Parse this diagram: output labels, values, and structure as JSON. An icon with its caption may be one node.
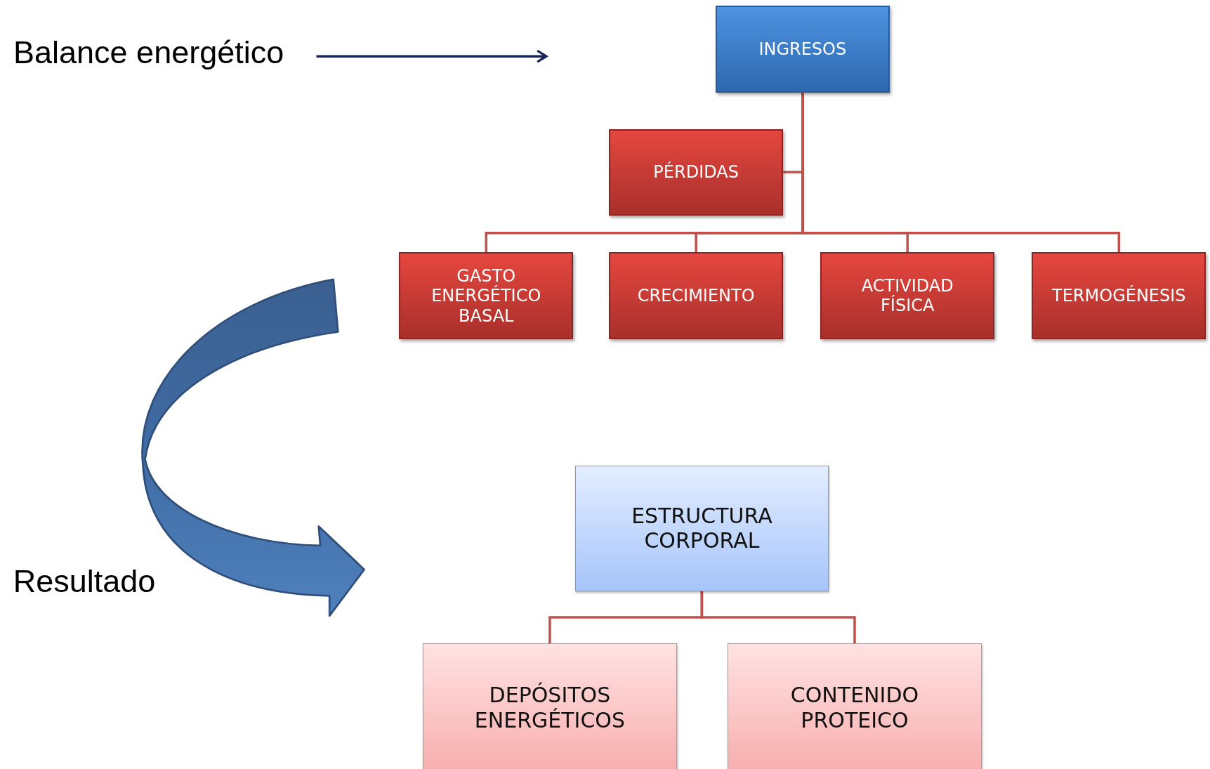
{
  "diagram": {
    "nodes": [
      {
        "text": [
          "Balance energético"
        ]
      },
      {
        "text": [
          "INGRESOS"
        ]
      },
      {
        "text": [
          "PÉRDIDAS"
        ]
      },
      {
        "text": [
          "GASTO ENERGÉTICO BASAL"
        ]
      },
      {
        "text": [
          "CRECIMIENTO"
        ]
      },
      {
        "text": [
          "ACTIVIDAD FÍSICA"
        ]
      },
      {
        "text": [
          "TERMOGÉNESIS"
        ]
      },
      {
        "text": [
          "ESTRUCTURA CORPORAL"
        ]
      },
      {
        "text": [
          "DEPÓSITOS ENERGÉTICOS"
        ]
      },
      {
        "text": [
          "CONTENIDO PROTEICO"
        ]
      }
    ],
    "edges": [
      {
        "from": 0,
        "to": null,
        "arrow": "to",
        "color": "#13245e"
      },
      {
        "from": 1,
        "to": 2,
        "arrow": "none"
      },
      {
        "from": 1,
        "to": 3,
        "arrow": "none"
      },
      {
        "from": 1,
        "to": 4,
        "arrow": "none"
      },
      {
        "from": 1,
        "to": 5,
        "arrow": "none"
      },
      {
        "from": 1,
        "to": 6,
        "arrow": "none"
      },
      {
        "from": 7,
        "to": 8,
        "arrow": "none"
      },
      {
        "from": 7,
        "to": 9,
        "arrow": "none"
      }
    ],
    "labels": [
      "Resultado"
    ]
  }
}
